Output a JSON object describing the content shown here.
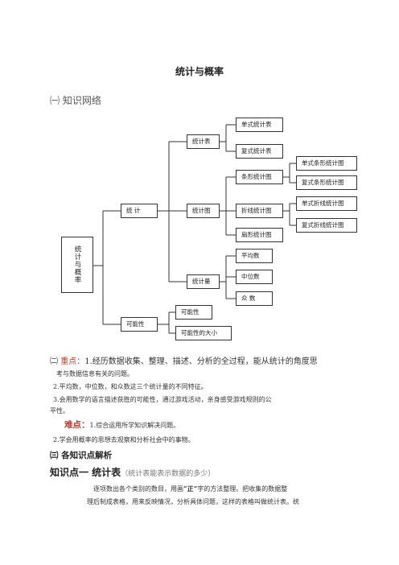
{
  "title": "统计与概率",
  "section1": "㈠ 知识网络",
  "tree": {
    "root": "统计与概率",
    "statistics": "统  计",
    "possibility": "可能性",
    "tables": "统计表",
    "single_table": "单式统计表",
    "compound_table": "复式统计表",
    "charts": "统计图",
    "bar_chart": "条形统计图",
    "single_bar": "单式条形统计图",
    "compound_bar": "复式条形统计图",
    "line_chart": "折线统计图",
    "single_line": "单式折线统计图",
    "compound_line": "复式折线统计图",
    "pie_chart": "扇形统计图",
    "measures": "统计量",
    "mean": "平均数",
    "median": "中位数",
    "mode": "众   数",
    "possibility_leaf": "可能性",
    "possibility_size": "可能性的大小"
  },
  "section2": {
    "label": "㈡",
    "heading": "重点：",
    "line1": "1.经历数据收集、整理、描述、分析的全过程，能从统计的角度思",
    "line1b": "考与数据信息有关的问题。",
    "line2": "2.平均数，中位数，和众数这三个统计量的不同特征。",
    "line3": "3.会用数学的语言描述获胜的可能性，通过游戏活动，亲身感受游戏规则的公",
    "line3b": "平性。"
  },
  "difficulty": {
    "heading": "难点：",
    "line1": "1.综合运用所学知识解决问题。",
    "line2": "2.学会用概率的思想去观察和分析社会中的事物。"
  },
  "section3": "㈢ 各知识点解析",
  "point1": {
    "heading": "知识点一  统计表",
    "note": "（统计表能表示数据的多少）",
    "line1_a": "逐项数出各个类别的数目，用画",
    "line1_q": "“正”",
    "line1_b": "字的方法整理。把收集的数据整",
    "line2": "理后制成表格，用来反映情况，分析具体问题，这样的表格叫做统计表。统"
  }
}
